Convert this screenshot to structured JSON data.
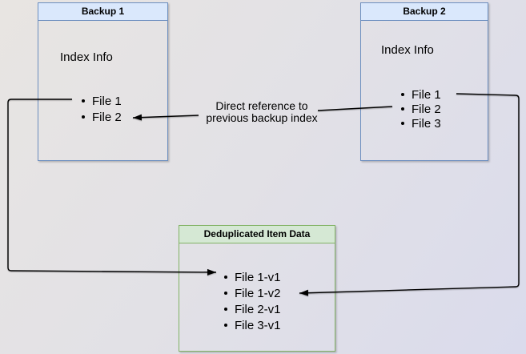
{
  "backup1": {
    "title": "Backup 1",
    "section_label": "Index Info",
    "items": [
      "File 1",
      "File 2"
    ]
  },
  "backup2": {
    "title": "Backup 2",
    "section_label": "Index Info",
    "items": [
      "File 1",
      "File 2",
      "File 3"
    ]
  },
  "dedup": {
    "title": "Deduplicated Item Data",
    "items": [
      "File 1-v1",
      "File 1-v2",
      "File 2-v1",
      "File 3-v1"
    ]
  },
  "annotation": {
    "line1": "Direct reference to",
    "line2": "previous backup index"
  },
  "colors": {
    "blue_border": "#6c8ebf",
    "blue_header_fill": "#dae8fc",
    "green_border": "#82b366",
    "green_header_fill": "#d5e8d4",
    "connector": "#000000",
    "text": "#000000"
  }
}
